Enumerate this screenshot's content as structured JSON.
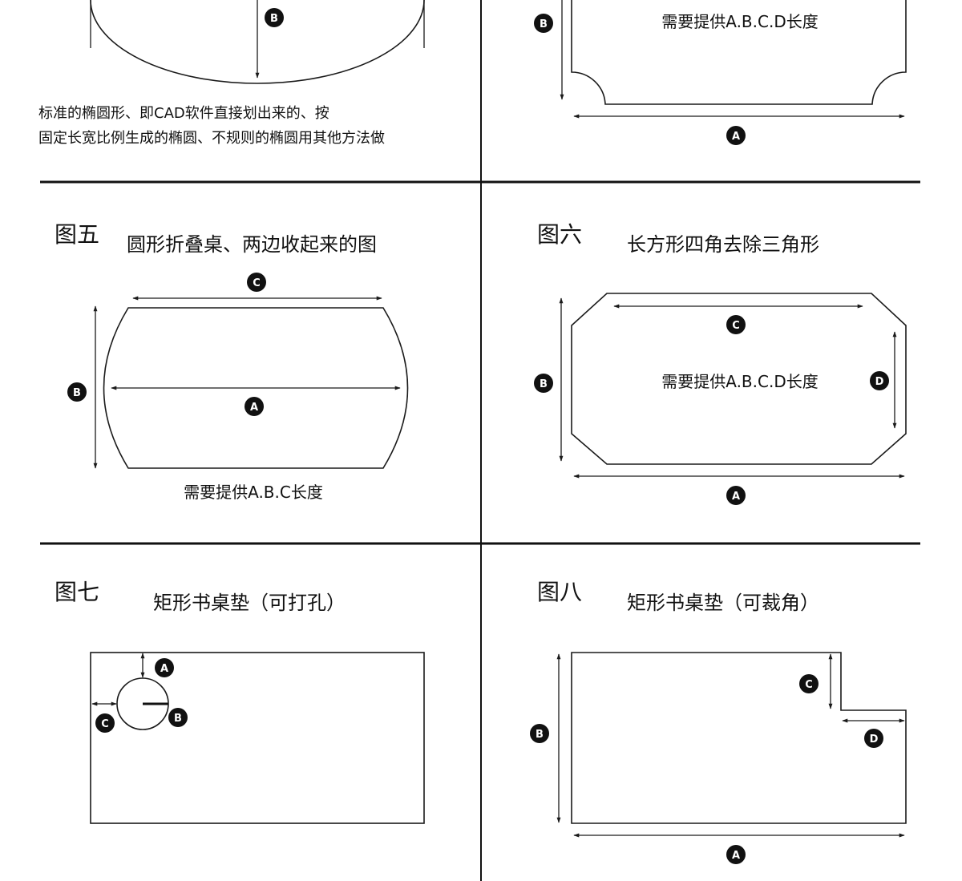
{
  "panels": {
    "ellipse": {
      "description_line1": "标准的椭圆形、即CAD软件直接划出来的、按",
      "description_line2": "固定长宽比例生成的椭圆、不规则的椭圆用其他方法做",
      "dimension_labels": [
        "B"
      ]
    },
    "rounded_corners": {
      "note": "需要提供A.B.C.D长度",
      "dimension_labels": [
        "A",
        "B"
      ]
    },
    "fig5": {
      "title": "图五",
      "subtitle": "圆形折叠桌、两边收起来的图",
      "note": "需要提供A.B.C长度",
      "dimension_labels": [
        "A",
        "B",
        "C"
      ]
    },
    "fig6": {
      "title": "图六",
      "subtitle": "长方形四角去除三角形",
      "note": "需要提供A.B.C.D长度",
      "dimension_labels": [
        "A",
        "B",
        "C",
        "D"
      ]
    },
    "fig7": {
      "title": "图七",
      "subtitle": "矩形书桌垫（可打孔）",
      "dimension_labels": [
        "A",
        "B",
        "C"
      ]
    },
    "fig8": {
      "title": "图八",
      "subtitle": "矩形书桌垫（可裁角）",
      "dimension_labels": [
        "A",
        "B",
        "C",
        "D"
      ]
    }
  }
}
